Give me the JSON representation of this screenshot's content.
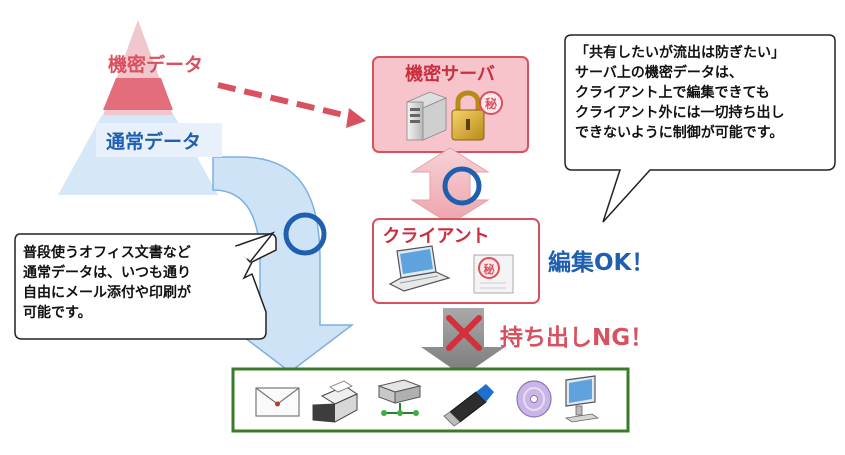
{
  "pyramid": {
    "top_label": "機密データ",
    "bottom_label": "通常データ"
  },
  "server_box": {
    "title": "機密サーバ",
    "seal": "秘"
  },
  "client_box": {
    "title": "クライアント",
    "seal": "秘"
  },
  "edit_ok": "編集OK！",
  "takeout_ng": "持ち出しNG！",
  "right_bubble": {
    "lines": [
      "「共有したいが流出は防ぎたい」",
      "サーバ上の機密データは、",
      "クライアント上で編集できても",
      "クライアント外には一切持ち出し",
      "できないように制御が可能です。"
    ]
  },
  "left_bubble": {
    "lines": [
      "普段使うオフィス文書など",
      "通常データは、いつも通り",
      "自由にメール添付や印刷が",
      "可能です。"
    ]
  },
  "devices": [
    "envelope-icon",
    "printer-icon",
    "network-storage-icon",
    "usb-drive-icon",
    "optical-disc-icon",
    "monitor-icon"
  ],
  "colors": {
    "confidential_red": "#d9505f",
    "normal_blue": "#1f5fb0",
    "box_fill_pink": "#f6c4ca",
    "pyramid_blue": "#d6e8f8",
    "device_border_green": "#3a7a2a"
  }
}
